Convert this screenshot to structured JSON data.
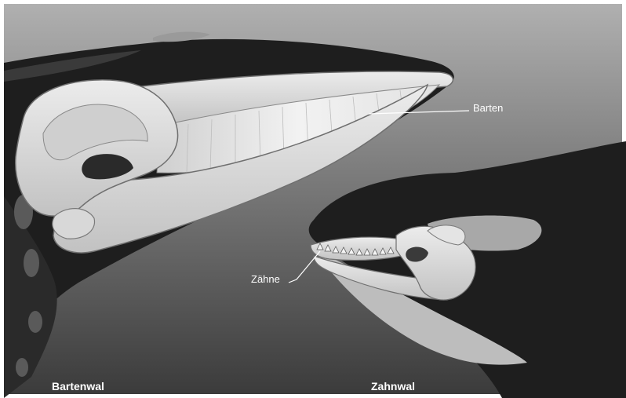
{
  "labels": {
    "baleen": "Barten",
    "teeth": "Zähne"
  },
  "captions": {
    "baleen_whale": "Bartenwal",
    "toothed_whale": "Zahnwal"
  },
  "colors": {
    "water_top": "#a9a9a9",
    "water_bottom": "#3c3c3c",
    "whale_body": "#1f1f1f",
    "skull_fill": "#dcdcdc",
    "skull_shadow": "#b4b4b4",
    "baleen_plates": "#eeeeee",
    "label_text": "#ffffff"
  }
}
